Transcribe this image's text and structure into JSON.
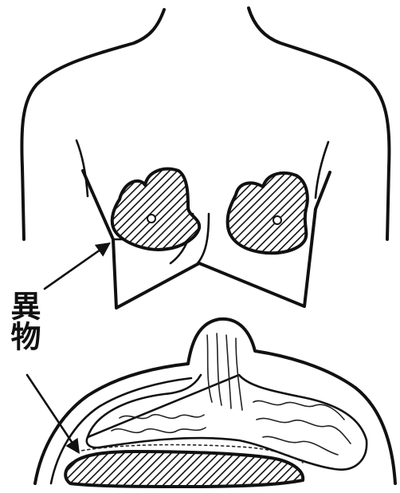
{
  "figure": {
    "callout_label": "異物",
    "ink_color": "#111111",
    "background_color": "#ffffff",
    "icons": [
      "torso-outline",
      "breast-hatched",
      "sagittal-section",
      "arrow"
    ]
  }
}
